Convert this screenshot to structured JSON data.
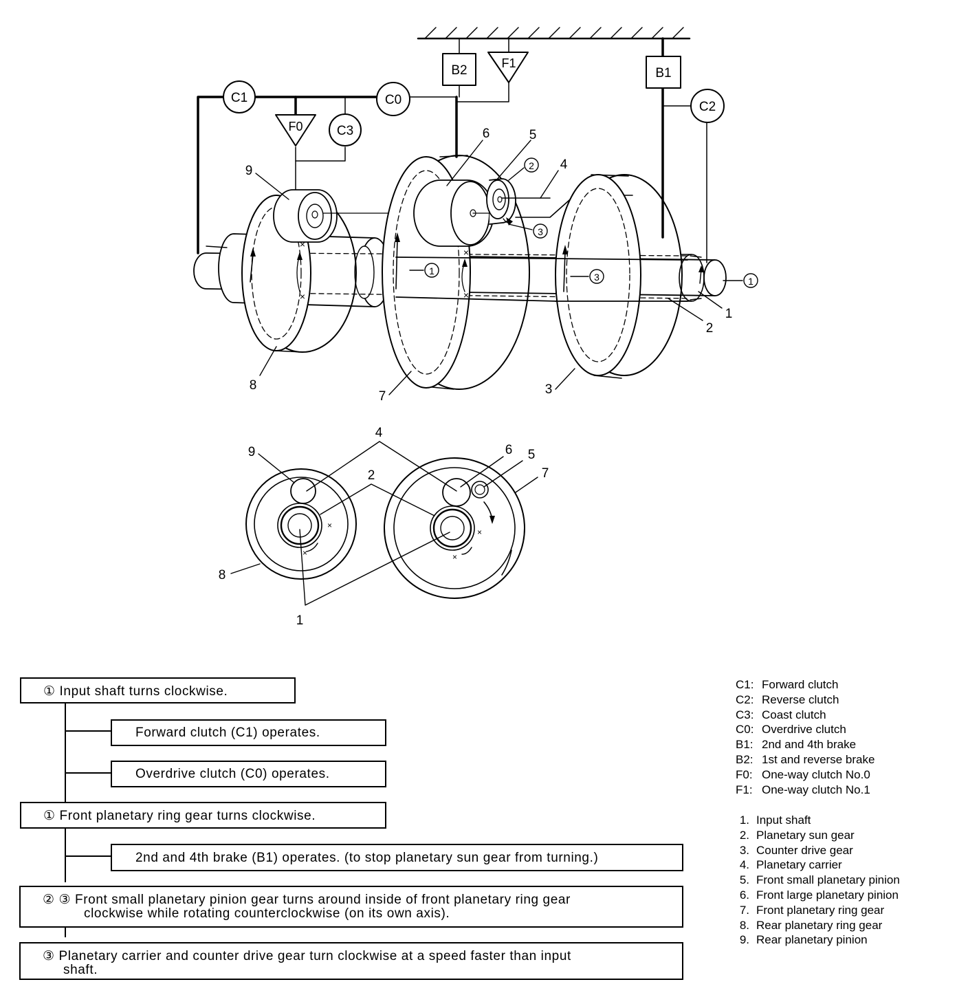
{
  "top_diagram": {
    "units": {
      "c1": "C1",
      "c0": "C0",
      "c2": "C2",
      "c3": "C3",
      "b1": "B1",
      "b2": "B2",
      "f0": "F0",
      "f1": "F1"
    },
    "part_numbers": [
      "1",
      "2",
      "3",
      "4",
      "5",
      "6",
      "7",
      "8",
      "9"
    ],
    "flow_markers": {
      "m1": "①",
      "m2": "②",
      "m3": "③"
    }
  },
  "bottom_diagram": {
    "part_numbers": [
      "1",
      "2",
      "4",
      "5",
      "6",
      "7",
      "8",
      "9"
    ]
  },
  "flow_steps": [
    {
      "marker": "①",
      "text": "Input shaft turns clockwise."
    },
    {
      "marker": "",
      "text": "Forward clutch (C1) operates."
    },
    {
      "marker": "",
      "text": "Overdrive clutch (C0) operates."
    },
    {
      "marker": "①",
      "text": "Front planetary ring gear turns clockwise."
    },
    {
      "marker": "",
      "text": "2nd and 4th brake (B1) operates. (to stop planetary sun gear from turning.)"
    },
    {
      "marker": "② ③",
      "text_line1": "Front small planetary pinion gear turns around inside of front planetary ring gear",
      "text_line2": "clockwise while rotating counterclockwise (on its own axis)."
    },
    {
      "marker": "③",
      "text_line1": "Planetary carrier and counter drive gear turn clockwise at a speed faster than input",
      "text_line2": "shaft."
    }
  ],
  "legend_abbreviations": [
    {
      "key": "C1:",
      "label": "Forward clutch"
    },
    {
      "key": "C2:",
      "label": "Reverse clutch"
    },
    {
      "key": "C3:",
      "label": "Coast clutch"
    },
    {
      "key": "C0:",
      "label": "Overdrive clutch"
    },
    {
      "key": "B1:",
      "label": "2nd and 4th brake"
    },
    {
      "key": "B2:",
      "label": "1st and reverse brake"
    },
    {
      "key": "F0:",
      "label": "One-way clutch No.0"
    },
    {
      "key": "F1:",
      "label": "One-way clutch No.1"
    }
  ],
  "legend_parts": [
    {
      "key": "1.",
      "label": "Input shaft"
    },
    {
      "key": "2.",
      "label": "Planetary sun gear"
    },
    {
      "key": "3.",
      "label": "Counter drive gear"
    },
    {
      "key": "4.",
      "label": "Planetary carrier"
    },
    {
      "key": "5.",
      "label": "Front small planetary pinion"
    },
    {
      "key": "6.",
      "label": "Front large planetary pinion"
    },
    {
      "key": "7.",
      "label": "Front planetary ring gear"
    },
    {
      "key": "8.",
      "label": "Rear planetary ring gear"
    },
    {
      "key": "9.",
      "label": "Rear planetary pinion"
    }
  ]
}
